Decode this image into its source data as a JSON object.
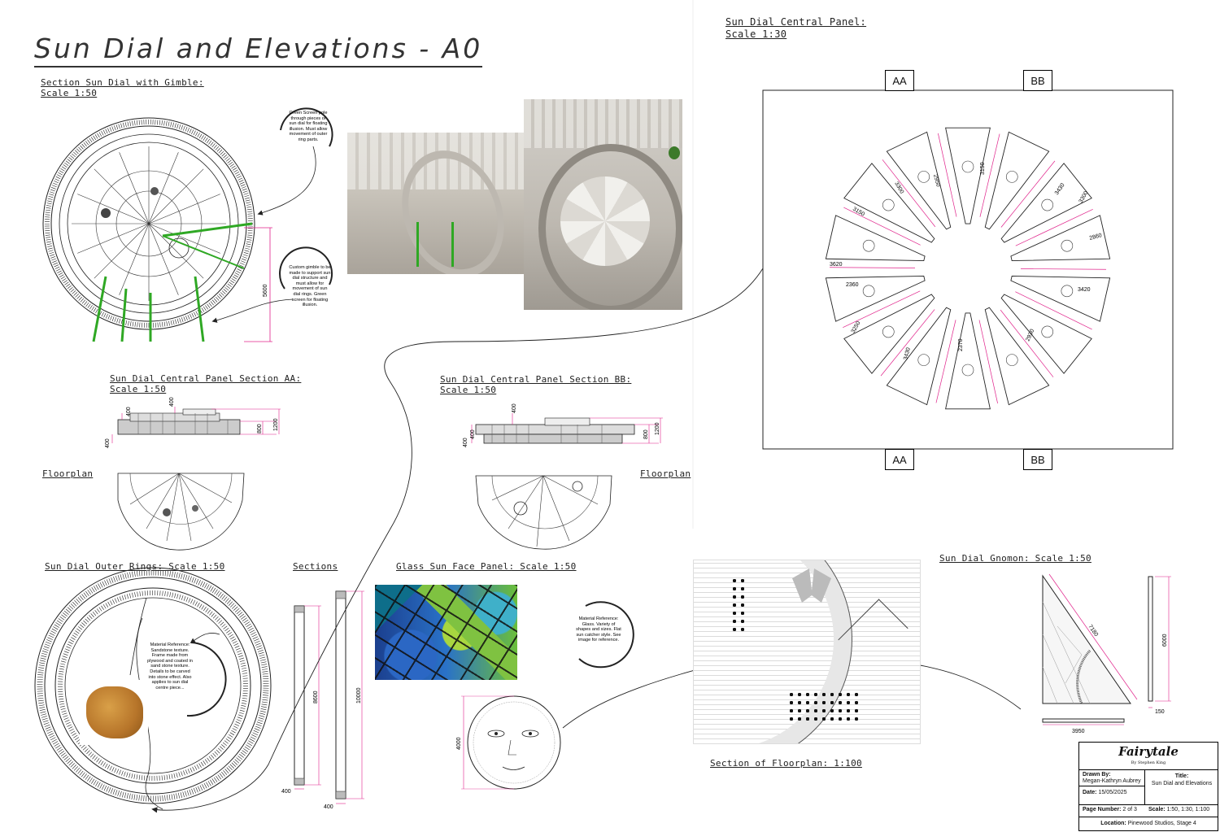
{
  "title": "Sun Dial and Elevations - A0",
  "sections": {
    "section_sundial": {
      "line1": "Section Sun Dial with Gimble:",
      "line2": "Scale 1:50"
    },
    "central_panel": {
      "line1": "Sun Dial Central Panel:",
      "line2": "Scale 1:30"
    },
    "section_aa": {
      "line1": "Sun Dial Central Panel Section AA:",
      "line2": "Scale 1:50"
    },
    "section_bb": {
      "line1": "Sun Dial Central Panel Section BB:",
      "line2": "Scale 1:50"
    },
    "floorplan_left": "Floorplan",
    "floorplan_right": "Floorplan",
    "outer_rings": "Sun Dial Outer Rings: Scale 1:50",
    "sections_label": "Sections",
    "glass_panel": "Glass Sun Face Panel: Scale 1:50",
    "gnomon": "Sun Dial Gnomon: Scale 1:50",
    "floorplan_section": "Section of Floorplan: 1:100"
  },
  "notes": {
    "green_screen": "Green Screen pole through pieces of sun dial for floating illusion. Must allow movement of outer ring parts.",
    "gimble": "Custom gimble to be made to support sun dial structure and must allow for movement of sun dial rings. Green screen for floating illusion.",
    "material_sandstone": "Material Reference: Sandstone texture. Frame made from plywood and coated in sand stone texture. Details to be carved into stone effect. Also applies to sun dial centre piece...",
    "material_glass": "Material Reference: Glass. Variety of shapes and sizes. Flat sun catcher style. See image for reference."
  },
  "section_labels": {
    "aa_top": "AA",
    "bb_top": "BB",
    "aa_bottom": "AA",
    "bb_bottom": "BB"
  },
  "dimensions": {
    "dial_height": "5600",
    "aa": [
      "400",
      "400",
      "800",
      "1200",
      "400"
    ],
    "bb": [
      "400",
      "400",
      "400",
      "800",
      "1200"
    ],
    "panel": [
      "3150",
      "3300",
      "2950",
      "3150",
      "3430",
      "3300",
      "2860",
      "3620",
      "2360",
      "3420",
      "3250",
      "3430",
      "2370",
      "2930"
    ],
    "ring_8600": "8600",
    "ring_10000": "10000",
    "ring_400a": "400",
    "ring_400b": "400",
    "sun_face": "4000",
    "gnomon_7180": "7180",
    "gnomon_6000": "6000",
    "gnomon_3950": "3950",
    "gnomon_150": "150"
  },
  "title_block": {
    "project": "Fairytale",
    "author_line": "By Stephen King",
    "drawn_by_label": "Drawn By:",
    "drawn_by": "Megan-Kathryn Aubrey",
    "title_label": "Title:",
    "title": "Sun Dial and Elevations",
    "date_label": "Date:",
    "date": "15/05/2025",
    "page_label": "Page Number:",
    "page": "2 of 3",
    "scale_label": "Scale:",
    "scale": "1:50, 1:30, 1:100",
    "location_label": "Location:",
    "location": "Pinewood Studios, Stage 4"
  },
  "colors": {
    "dimension": "#e0218a",
    "gimble": "#2fa824",
    "line": "#222222"
  }
}
